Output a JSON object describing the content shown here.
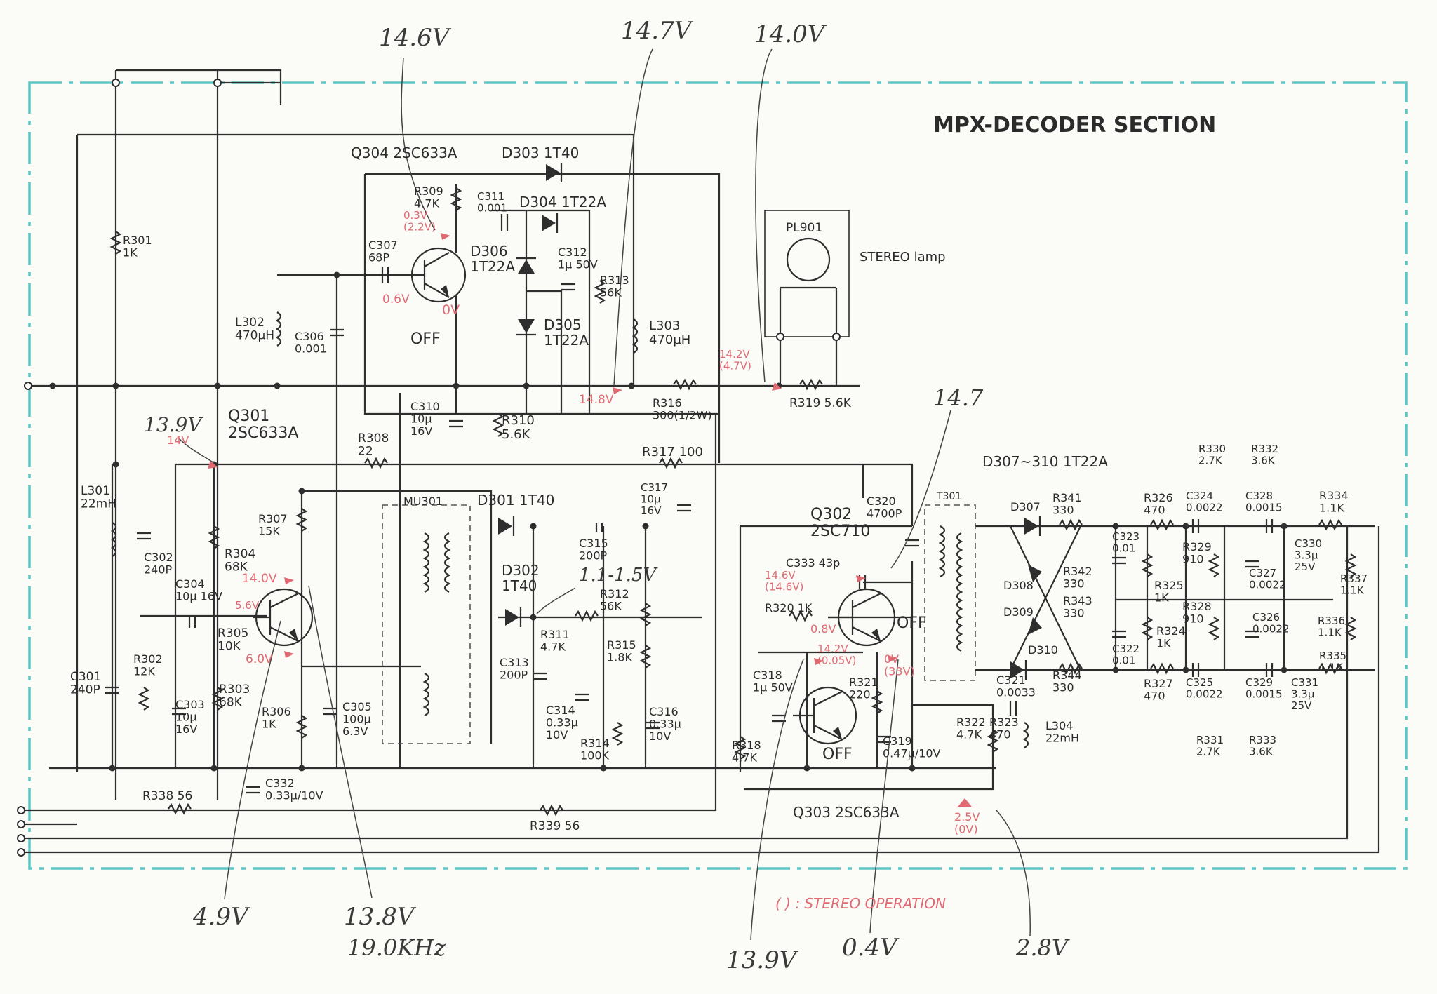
{
  "title": "MPX-DECODER SECTION",
  "stereo_note": "(      ) : STEREO OPERATION",
  "stereo_lamp": "STEREO lamp",
  "colors": {
    "frame": "#5cc6c4",
    "ink": "#2e2e2e",
    "voltage_red": "#e06a72"
  },
  "labels": {
    "q304": "Q304 2SC633A",
    "d303": "D303 1T40",
    "r309": "R309\n4.7K",
    "c311": "C311\n0.001",
    "d304": "D304 1T22A",
    "c307": "C307\n68P",
    "d306": "D306\n1T22A",
    "c312": "C312\n1µ 50V",
    "r313": "R313\n56K",
    "l302": "L302\n470µH",
    "c306": "C306\n0.001",
    "d305": "D305\n1T22A",
    "l303": "L303\n470µH",
    "pl901": "PL901",
    "r301": "R301\n1K",
    "q301": "Q301\n2SC633A",
    "r308": "R308\n22",
    "c310": "C310\n10µ\n16V",
    "r310": "R310\n5.6K",
    "r316": "R316\n300(1/2W)",
    "r319": "R319 5.6K",
    "r317": "R317 100",
    "d307_310": "D307~310 1T22A",
    "l301": "L301\n22mH",
    "r307": "R307\n15K",
    "mu301": "MU301",
    "d301": "D301 1T40",
    "c317": "C317\n10µ\n16V",
    "c320": "C320\n4700P",
    "t301": "T301",
    "q302": "Q302\n2SC710",
    "c302": "C302\n240P",
    "r304": "R304\n68K",
    "c315": "C315\n200P",
    "d302": "D302\n1T40",
    "r312": "R312\n56K",
    "c333": "C333 43p",
    "r320": "R320 1K",
    "c304": "C304\n10µ 16V",
    "r305": "R305\n10K",
    "r311": "R311\n4.7K",
    "r315": "R315\n1.8K",
    "c301": "C301\n240P",
    "r302": "R302\n12K",
    "r303": "R303\n68K",
    "c303": "C303\n10µ\n16V",
    "r306": "R306\n1K",
    "c305": "C305\n100µ\n6.3V",
    "c313": "C313\n200P",
    "c314": "C314\n0.33µ\n10V",
    "r314": "R314\n100K",
    "c316": "C316\n0.33µ\n10V",
    "c318": "C318\n1µ 50V",
    "r318": "R318\n4.7K",
    "r321": "R321\n220",
    "c319": "C319\n0.47µ/10V",
    "c321": "C321\n0.0033",
    "r322": "R322\n4.7K",
    "r323": "R323\n470",
    "l304": "L304\n22mH",
    "r338": "R338 56",
    "c332": "C332\n0.33µ/10V",
    "r339": "R339 56",
    "q303": "Q303 2SC633A",
    "d307": "D307",
    "r341": "R341\n330",
    "d308": "D308",
    "r342": "R342\n330",
    "d309": "D309",
    "r343": "R343\n330",
    "d310": "D310",
    "r344": "R344\n330",
    "r326": "R326\n470",
    "r330": "R330\n2.7K",
    "r332": "R332\n3.6K",
    "c324": "C324\n0.0022",
    "c328": "C328\n0.0015",
    "r334": "R334\n1.1K",
    "c323": "C323\n0.01",
    "r329": "R329\n910",
    "r325": "R325\n1K",
    "c327": "C327\n0.0022",
    "c330": "C330\n3.3µ\n25V",
    "r337": "R337\n1.1K",
    "r328": "R328\n910",
    "c326": "C326\n0.0022",
    "r336": "R336\n1.1K",
    "c322": "C322\n0.01",
    "r324": "R324\n1K",
    "r335": "R335\n1.1K",
    "r327": "R327\n470",
    "c325": "C325\n0.0022",
    "c329": "C329\n0.0015",
    "c331": "C331\n3.3µ\n25V",
    "r331": "R331\n2.7K",
    "r333": "R333\n3.6K"
  },
  "red_voltages": {
    "q304_b": "0.3V\n(2.2V)",
    "q304_e": "0.6V",
    "q304_c": "0V",
    "rail_148": "14.8V",
    "lamp": "14.2V\n(4.7V)",
    "q301_top": "14V",
    "q301_c": "14.0V",
    "q301_b": "5.6V",
    "q301_e": "6.0V",
    "q302_c": "14.6V\n(14.6V)",
    "q302_e": "0.8V",
    "q303_c": "14.2V\n(0.05V)",
    "q303_b": "0V\n(33V)",
    "bottom": "2.5V\n(0V)"
  },
  "state_labels": {
    "q304": "OFF",
    "q302": "OFF",
    "q303": "OFF"
  },
  "handwritten": {
    "v146": "14.6V",
    "v147": "14.7V",
    "v140": "14.0V",
    "v139a": "13.9V",
    "v147b": "14.7",
    "v1115": "1.1-1.5V",
    "v49": "4.9V",
    "v138": "13.8V",
    "f190": "19.0KHz",
    "v139b": "13.9V",
    "v04": "0.4V",
    "v28": "2.8V"
  }
}
